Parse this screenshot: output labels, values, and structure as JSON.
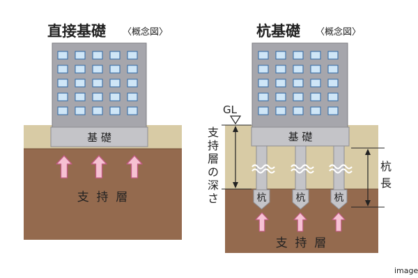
{
  "left_panel": {
    "title": "直接基礎",
    "subtitle": "〈概念図〉",
    "foundation_label": "基 礎",
    "layer_label": "支  持  層"
  },
  "right_panel": {
    "title": "杭基礎",
    "subtitle": "〈概念図〉",
    "ground_level_label": "GL",
    "foundation_label": "基 礎",
    "pile_label": "杭",
    "layer_label": "支  持  層",
    "depth_label_chars": [
      "支",
      "持",
      "層",
      "の",
      "深",
      "さ"
    ],
    "pile_length_chars": [
      "杭",
      "長"
    ]
  },
  "footer": {
    "note": "image"
  },
  "colors": {
    "building": "#a6a6ac",
    "building_border": "#7c7c82",
    "window": "#cfe6f7",
    "window_border": "#3a6fa8",
    "topsoil": "#d8cba5",
    "bearing_layer": "#946a4e",
    "foundation": "#c4c4c8",
    "arrow": "#f6c1d3",
    "arrow_border": "#c25a84"
  }
}
